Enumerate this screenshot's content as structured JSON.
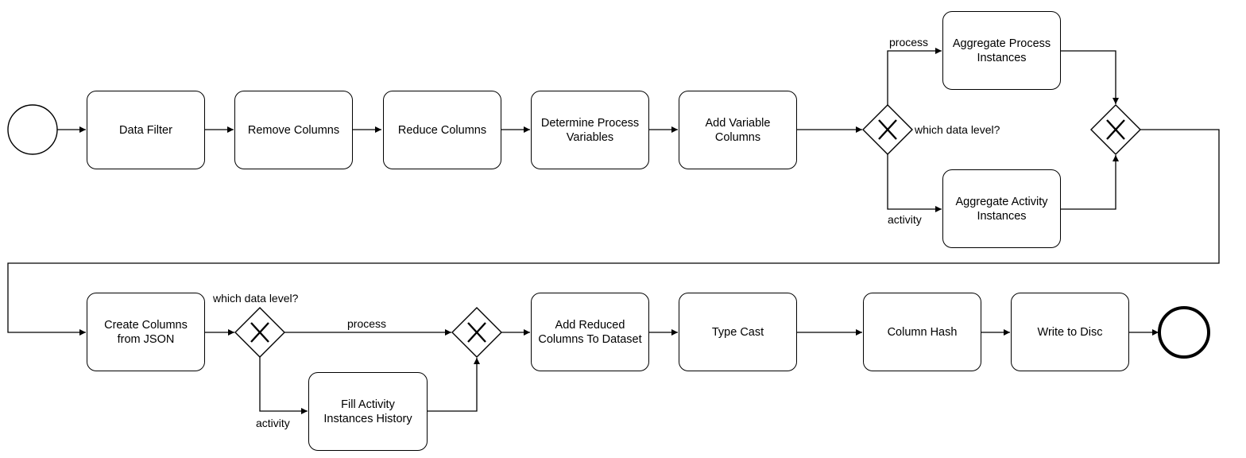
{
  "tasks": {
    "data_filter": "Data Filter",
    "remove_columns": "Remove Columns",
    "reduce_columns": "Reduce Columns",
    "determine_process_variables": "Determine Process\nVariables",
    "add_variable_columns": "Add Variable\nColumns",
    "aggregate_process_instances": "Aggregate Process\nInstances",
    "aggregate_activity_instances": "Aggregate Activity\nInstances",
    "create_columns_from_json": "Create Columns\nfrom JSON",
    "fill_activity_instances_history": "Fill Activity\nInstances History",
    "add_reduced_columns": "Add Reduced\nColumns To Dataset",
    "type_cast": "Type Cast",
    "column_hash": "Column Hash",
    "write_to_disc": "Write to Disc"
  },
  "labels": {
    "gateway1_question": "which data level?",
    "gateway1_process": "process",
    "gateway1_activity": "activity",
    "gateway3_question": "which data level?",
    "gateway3_process": "process",
    "gateway3_activity": "activity"
  }
}
